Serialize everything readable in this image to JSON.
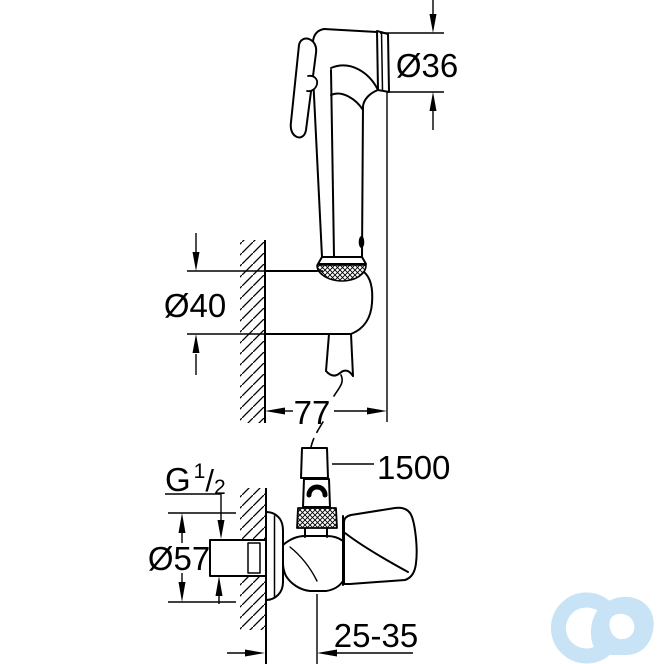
{
  "dimensions": {
    "head_diameter": "Ø36",
    "holder_diameter": "Ø40",
    "holder_projection": "77",
    "hose_length": "1500",
    "flange_diameter": "Ø57",
    "outlet_distance": "25-35",
    "thread": {
      "letter": "G",
      "numerator": "1",
      "slash": "/",
      "denominator": "2"
    }
  },
  "colors": {
    "line": "#000000",
    "background": "#ffffff",
    "watermark": "#c8e3f5"
  },
  "watermark": {
    "icon": "cd-logo"
  }
}
